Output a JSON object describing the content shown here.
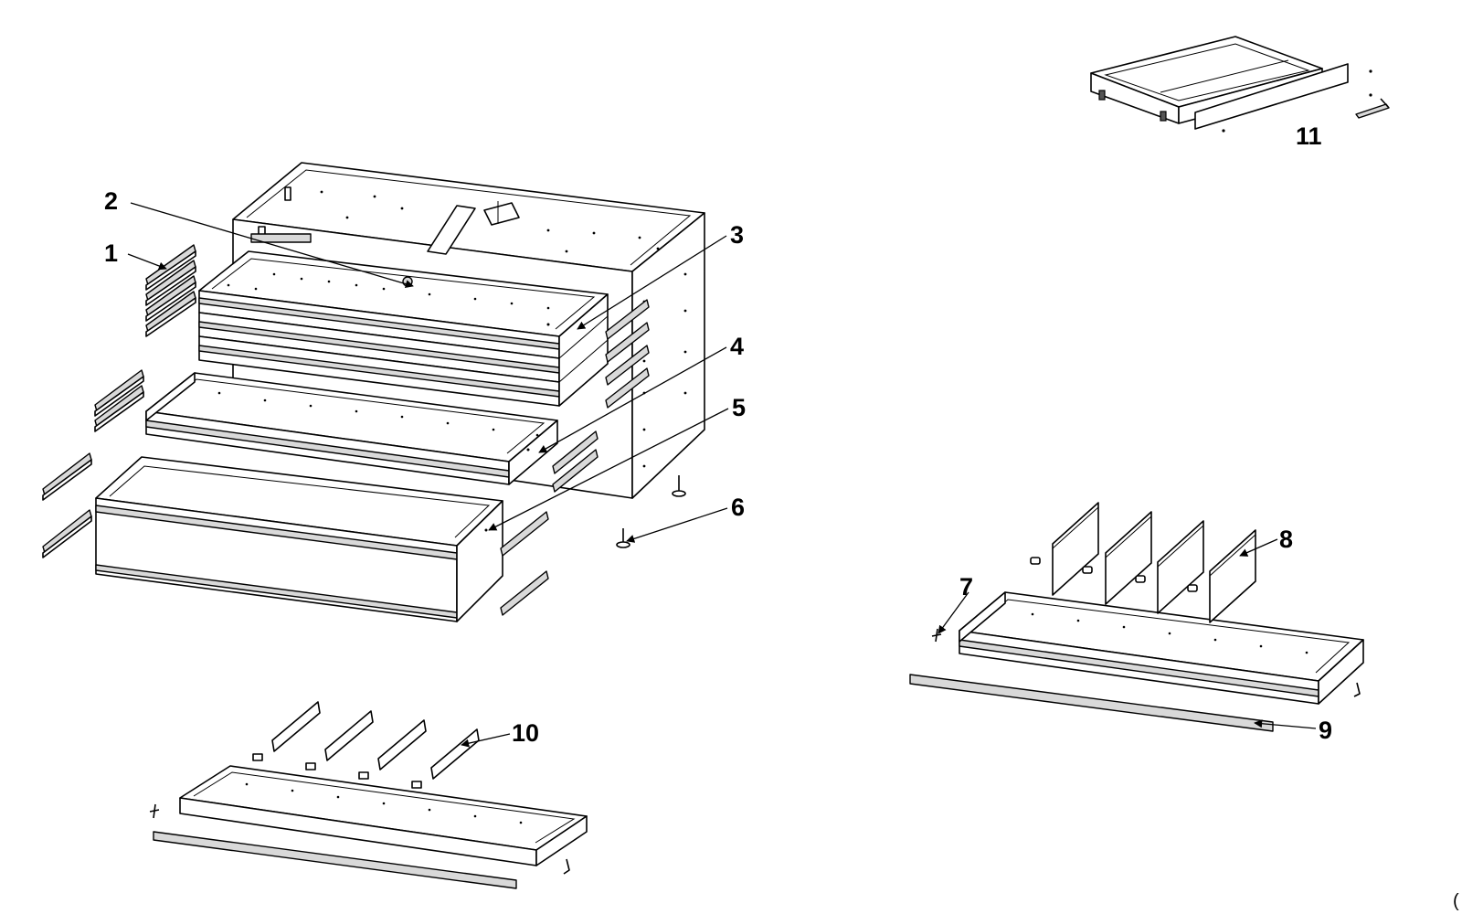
{
  "callouts": {
    "c1": "1",
    "c2": "2",
    "c3": "3",
    "c4": "4",
    "c5": "5",
    "c6": "6",
    "c7": "7",
    "c8": "8",
    "c9": "9",
    "c10": "10",
    "c11": "11"
  },
  "corner_mark": "("
}
